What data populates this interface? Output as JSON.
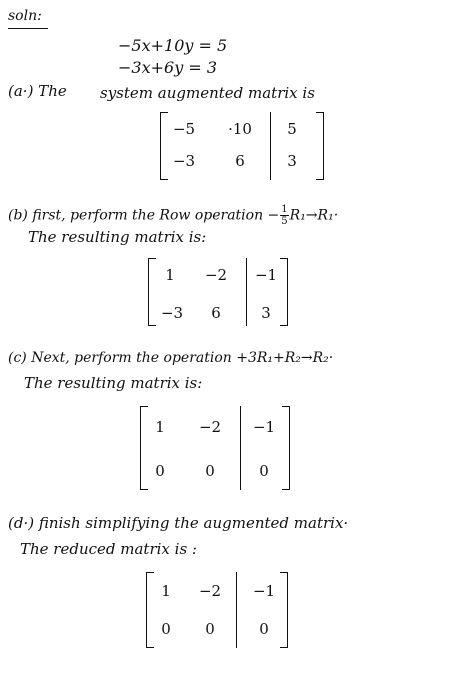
{
  "solution": {
    "heading": "soln:",
    "equations": [
      "−5x+10y = 5",
      "−3x+6y = 3"
    ]
  },
  "part_a": {
    "label": "(a·) The",
    "text": "system augmented matrix is",
    "matrix": {
      "rows": [
        [
          "−5",
          "·10",
          "5"
        ],
        [
          "−3",
          "6",
          "3"
        ]
      ]
    }
  },
  "part_b": {
    "line1_prefix": "(b) first, perform the Row operation −",
    "frac_num": "1",
    "frac_den": "5",
    "line1_suffix": "R₁→R₁·",
    "line2": "The resulting matrix is:",
    "matrix": {
      "rows": [
        [
          "1",
          "−2",
          "−1"
        ],
        [
          "−3",
          "6",
          "3"
        ]
      ]
    }
  },
  "part_c": {
    "line1": "(c) Next, perform the operation +3R₁+R₂→R₂·",
    "line2": "The resulting matrix is:",
    "matrix": {
      "rows": [
        [
          "1",
          "−2",
          "−1"
        ],
        [
          "0",
          "0",
          "0"
        ]
      ]
    }
  },
  "part_d": {
    "line1": "(d·) finish simplifying the augmented matrix·",
    "line2": "The reduced matrix is :",
    "matrix": {
      "rows": [
        [
          "1",
          "−2",
          "−1"
        ],
        [
          "0",
          "0",
          "0"
        ]
      ]
    }
  }
}
